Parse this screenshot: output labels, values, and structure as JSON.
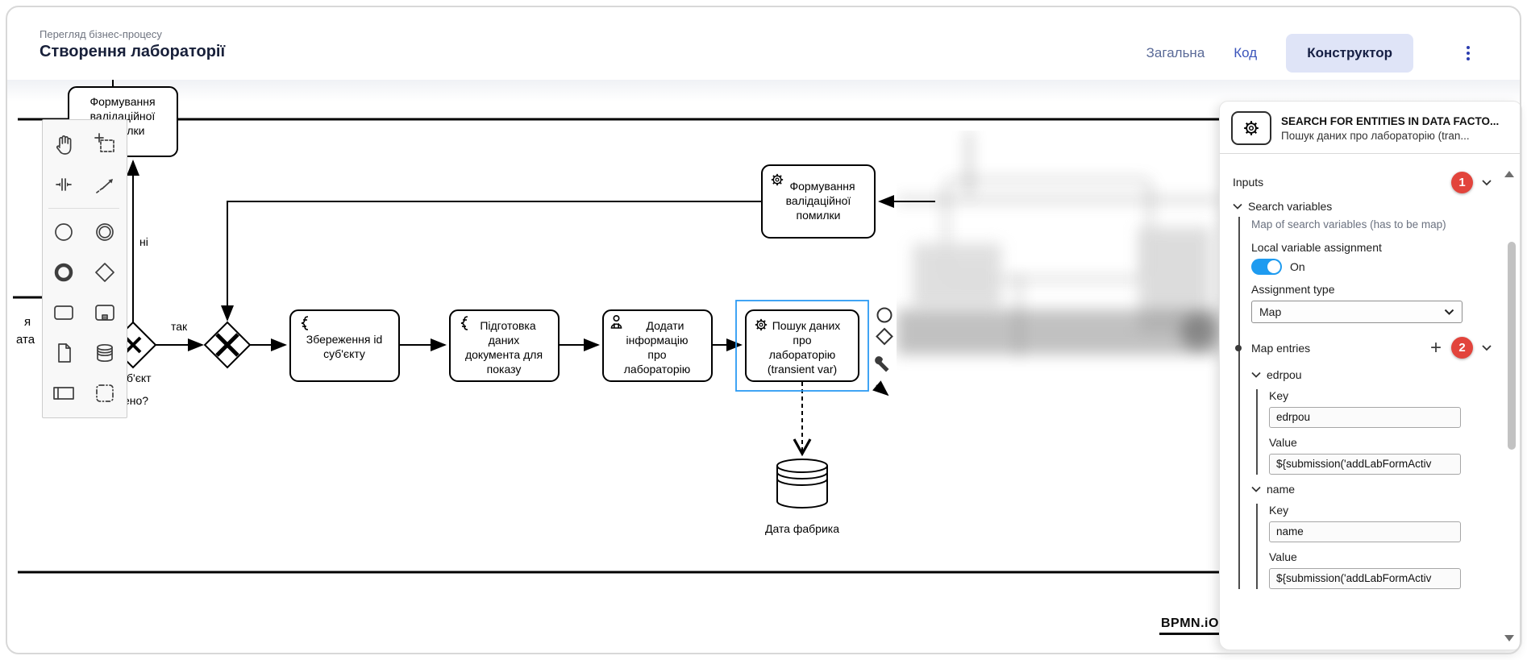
{
  "header": {
    "breadcrumb": "Перегляд бізнес-процесу",
    "title": "Створення лабораторії",
    "tabs": [
      {
        "label": "Загальна",
        "active": false
      },
      {
        "label": "Код",
        "active": false
      },
      {
        "label": "Конструктор",
        "active": true
      }
    ]
  },
  "canvas": {
    "palette_tools": [
      "hand-tool",
      "lasso-tool",
      "space-tool",
      "global-connect-tool",
      "create-start-event",
      "create-intermediate-event",
      "create-end-event",
      "create-gateway",
      "create-task",
      "create-subprocess",
      "create-data-object",
      "create-data-store",
      "create-participant",
      "create-group"
    ],
    "lane_label_fragment_1": "я",
    "lane_label_fragment_2": "ата",
    "flow_label_yes": "так",
    "flow_label_no": "ні",
    "gateway_label_fragment_1": "б'єкт",
    "gateway_label_fragment_2": "ено?",
    "tasks": [
      {
        "type": "task",
        "lines": [
          "Формування",
          "валідаційної",
          "помилки"
        ]
      },
      {
        "type": "service",
        "lines": [
          "Формування",
          "валідаційної",
          "помилки"
        ]
      },
      {
        "type": "script",
        "lines": [
          "Збереження id",
          "суб'єкту"
        ]
      },
      {
        "type": "script",
        "lines": [
          "Підготовка",
          "даних",
          "документа для",
          "показу"
        ]
      },
      {
        "type": "user",
        "lines": [
          "Додати",
          "інформацію",
          "про",
          "лабораторію"
        ]
      },
      {
        "type": "service",
        "selected": true,
        "lines": [
          "Пошук даних",
          "про",
          "лабораторію",
          "(transient var)"
        ]
      }
    ],
    "data_store_label": "Дата фабрика",
    "watermark": "BPMN.iO"
  },
  "panel": {
    "title": "SEARCH FOR ENTITIES IN DATA FACTO...",
    "subtitle": "Пошук даних про лабораторію (tran...",
    "inputs": {
      "label": "Inputs",
      "badge": "1"
    },
    "search_variables": {
      "label": "Search variables",
      "description": "Map of search variables (has to be map)",
      "local_assignment_label": "Local variable assignment",
      "toggle_state": "On",
      "assignment_type_label": "Assignment type",
      "assignment_type_value": "Map"
    },
    "map_entries": {
      "label": "Map entries",
      "badge": "2",
      "entries": [
        {
          "name": "edrpou",
          "key_label": "Key",
          "key_value": "edrpou",
          "value_label": "Value",
          "value_value": "${submission('addLabFormActiv"
        },
        {
          "name": "name",
          "key_label": "Key",
          "key_value": "name",
          "value_label": "Value",
          "value_value": "${submission('addLabFormActiv"
        }
      ]
    }
  }
}
